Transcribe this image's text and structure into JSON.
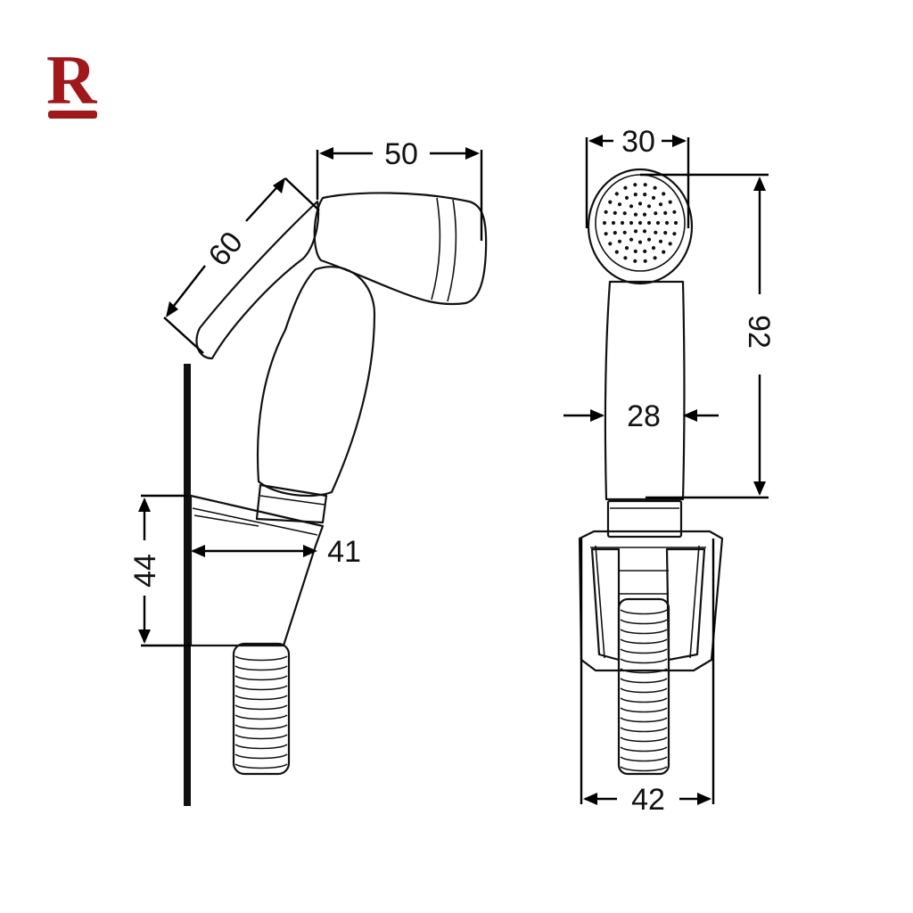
{
  "brand": {
    "letter": "R",
    "color": "#a0171c"
  },
  "dimensions": {
    "side_diagonal": "60",
    "side_head_width": "50",
    "side_holder_height": "44",
    "side_holder_depth": "41",
    "front_head_width": "30",
    "front_height": "92",
    "front_grip_width": "28",
    "front_holder_width": "42"
  },
  "icons": {
    "side_view": "bidet-sprayer-side-icon",
    "front_view": "bidet-sprayer-front-icon"
  }
}
